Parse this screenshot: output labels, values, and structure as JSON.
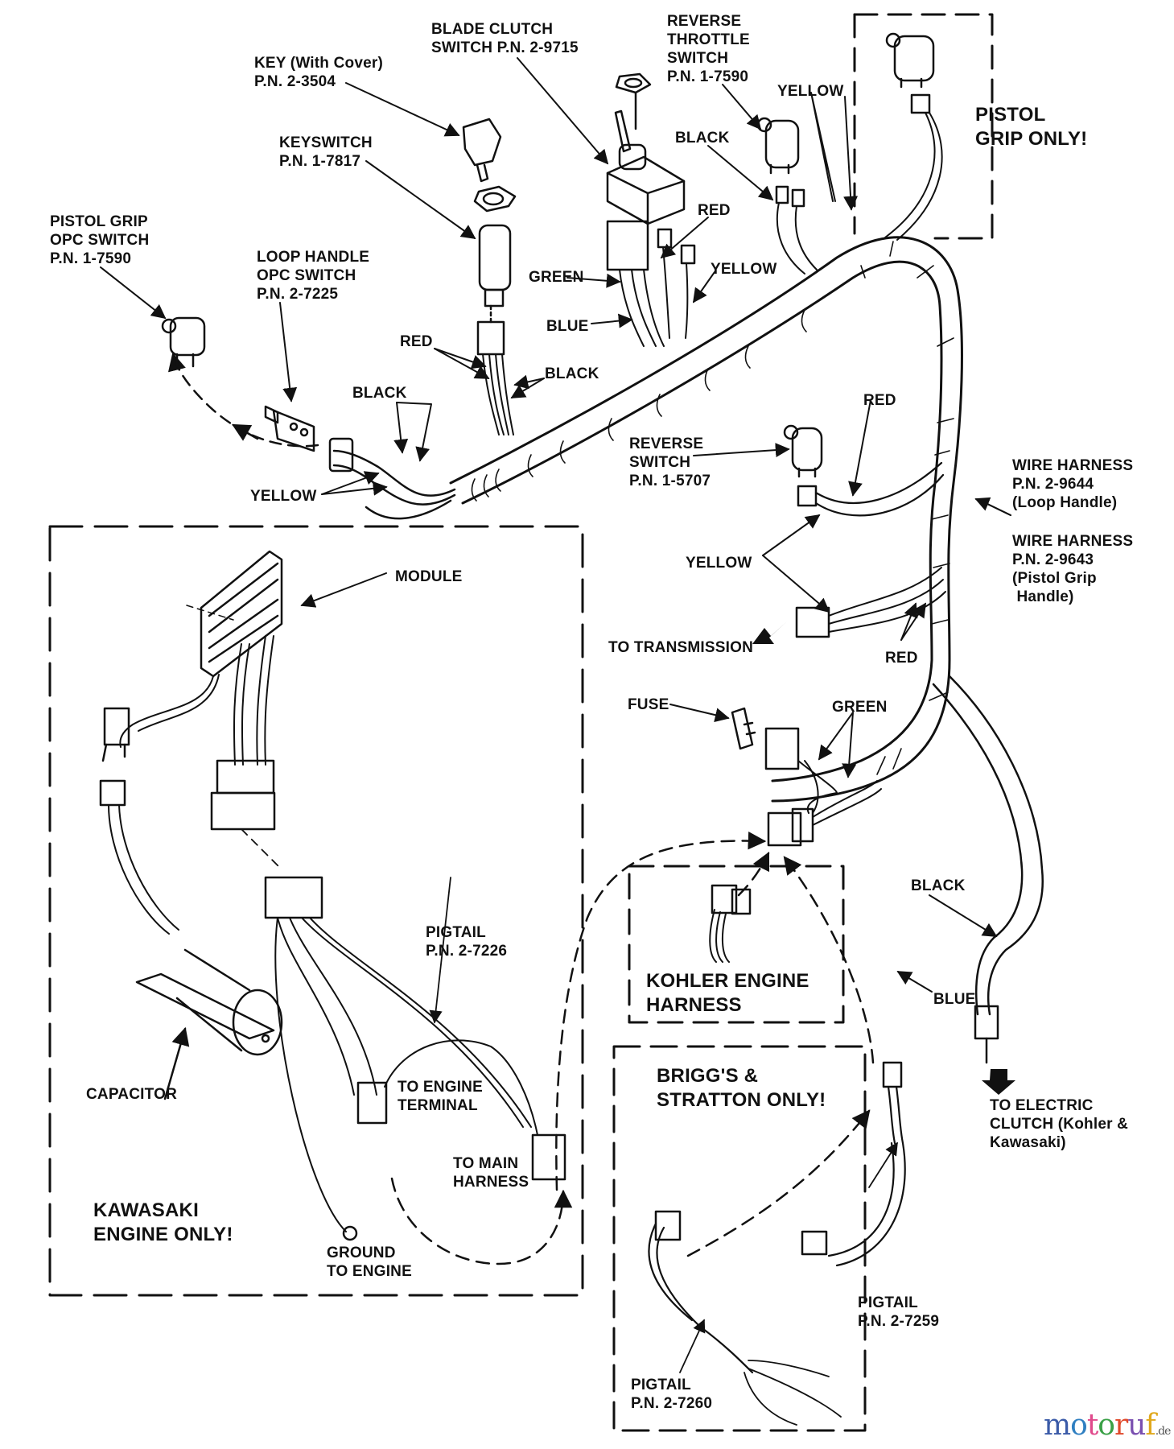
{
  "diagram": {
    "title": "Wire harness parts diagram",
    "labels": {
      "key": [
        "KEY (With Cover)",
        "P.N. 2-3504"
      ],
      "keyswitch": [
        "KEYSWITCH",
        "P.N. 1-7817"
      ],
      "blade_clutch": [
        "BLADE CLUTCH",
        "SWITCH P.N. 2-9715"
      ],
      "reverse_throttle": [
        "REVERSE",
        "THROTTLE",
        "SWITCH",
        "P.N. 1-7590"
      ],
      "pistol_grip_opc": [
        "PISTOL GRIP",
        "OPC SWITCH",
        "P.N. 1-7590"
      ],
      "loop_handle_opc": [
        "LOOP HANDLE",
        "OPC SWITCH",
        "P.N. 2-7225"
      ],
      "pistol_grip_only": [
        "PISTOL",
        "GRIP ONLY!"
      ],
      "reverse_switch": [
        "REVERSE",
        "SWITCH",
        "P.N. 1-5707"
      ],
      "wire_harness_loop": [
        "WIRE HARNESS",
        "P.N. 2-9644",
        "(Loop Handle)"
      ],
      "wire_harness_pistol": [
        "WIRE HARNESS",
        "P.N. 2-9643",
        "(Pistol Grip",
        " Handle)"
      ],
      "to_transmission": "TO TRANSMISSION",
      "fuse": "FUSE",
      "module": "MODULE",
      "capacitor": "CAPACITOR",
      "pigtail_7226": [
        "PIGTAIL",
        "P.N. 2-7226"
      ],
      "to_engine_terminal": [
        "TO ENGINE",
        "TERMINAL"
      ],
      "to_main_harness": [
        "TO MAIN",
        "HARNESS"
      ],
      "ground_to_engine": [
        "GROUND",
        "TO ENGINE"
      ],
      "kawasaki_only": [
        "KAWASAKI",
        "ENGINE ONLY!"
      ],
      "kohler_harness": [
        "KOHLER ENGINE",
        "HARNESS"
      ],
      "briggs_only": [
        "BRIGG'S &",
        "STRATTON ONLY!"
      ],
      "pigtail_7259": [
        "PIGTAIL",
        "P.N. 2-7259"
      ],
      "pigtail_7260": [
        "PIGTAIL",
        "P.N. 2-7260"
      ],
      "to_electric_clutch": [
        "TO ELECTRIC",
        "CLUTCH (Kohler &",
        "Kawasaki)"
      ]
    },
    "wire_colors": {
      "yellow_top": "YELLOW",
      "black_top": "BLACK",
      "red_top": "RED",
      "yellow_mid": "YELLOW",
      "green_top": "GREEN",
      "blue_top": "BLUE",
      "red_key": "RED",
      "black_key": "BLACK",
      "black_left": "BLACK",
      "yellow_left": "YELLOW",
      "red_reverse": "RED",
      "yellow_reverse": "YELLOW",
      "red_trans": "RED",
      "green_fuse": "GREEN",
      "black_clutch": "BLACK",
      "blue_clutch": "BLUE"
    }
  },
  "watermark": {
    "letters": [
      "m",
      "o",
      "t",
      "o",
      "r",
      "u",
      "f"
    ],
    "colors": [
      "#3b5ba8",
      "#2f7fc1",
      "#e04a8c",
      "#3aa046",
      "#e0492b",
      "#7a4fb0",
      "#e0a81c"
    ],
    "suffix": ".de"
  }
}
